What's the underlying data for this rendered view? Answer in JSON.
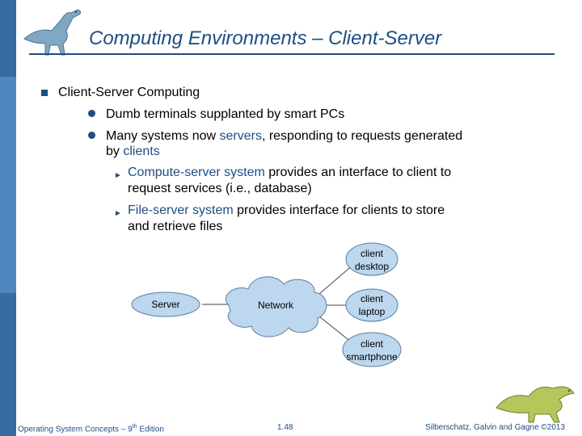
{
  "title": "Computing Environments – Client-Server",
  "bullets": {
    "level1": "Client-Server Computing",
    "dumb": "Dumb terminals supplanted by smart PCs",
    "many_a": "Many systems now ",
    "many_b": "servers",
    "many_c": ", responding to requests generated",
    "many_d": "by ",
    "many_e": "clients",
    "compute_a": "Compute-server system",
    "compute_b": " provides an interface to client to",
    "compute_c": "request services (i.e., database)",
    "file_a": "File-server system",
    "file_b": " provides interface for clients to store",
    "file_c": "and retrieve files"
  },
  "diagram": {
    "server": "Server",
    "network": "Network",
    "client_desktop": [
      "client",
      "desktop"
    ],
    "client_laptop": [
      "client",
      "laptop"
    ],
    "client_smartphone": [
      "client",
      "smartphone"
    ]
  },
  "footer": {
    "left_a": "Operating System Concepts – 9",
    "left_sup": "th",
    "left_b": " Edition",
    "page": "1.48",
    "right": "Silberschatz, Galvin and Gagne ©2013"
  },
  "colors": {
    "accent": "#1f4d83",
    "sidebar": "#376a9e",
    "node_fill": "#bcd7ee",
    "node_stroke": "#5b7ea6"
  }
}
